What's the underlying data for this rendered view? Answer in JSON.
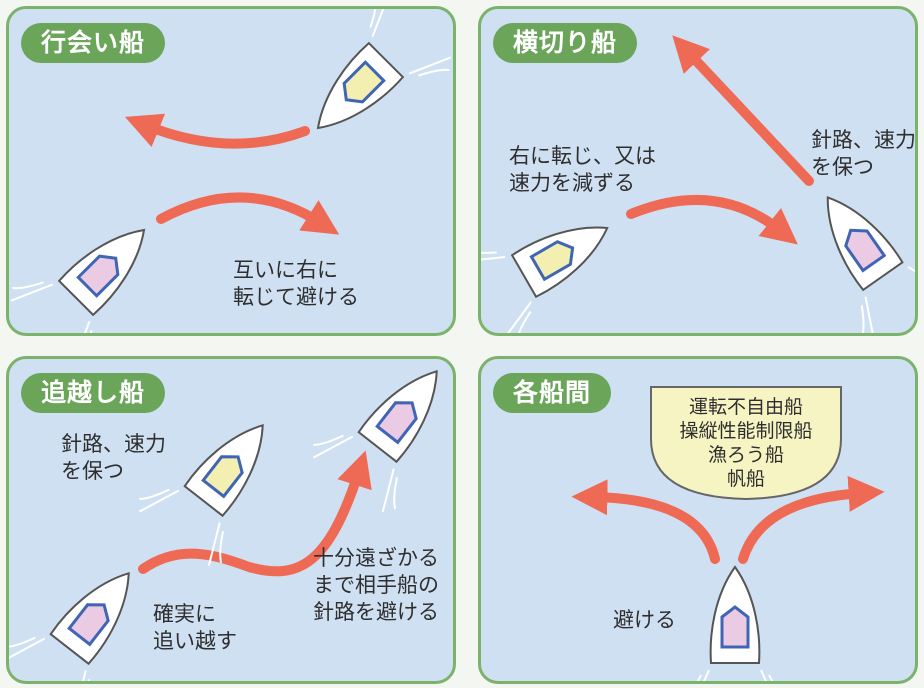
{
  "panels": {
    "head_on": {
      "title": "行会い船",
      "caption": [
        "互いに右に",
        "転じて避ける"
      ]
    },
    "crossing": {
      "title": "横切り船",
      "give_way_caption": [
        "右に転じ、又は",
        "速力を減ずる"
      ],
      "stand_on_caption": [
        "針路、速力",
        "を保つ"
      ]
    },
    "overtaking": {
      "title": "追越し船",
      "stand_on_caption": [
        "針路、速力",
        "を保つ"
      ],
      "overtaking_caption": [
        "確実に",
        "追い越す"
      ],
      "keep_clear_caption": [
        "十分遠ざかる",
        "まで相手船の",
        "針路を避ける"
      ]
    },
    "between_vessels": {
      "title": "各船間",
      "priority_vessels": [
        "運転不自由船",
        "操縦性能制限船",
        "漁ろう船",
        "帆船"
      ],
      "caption": "避ける"
    }
  },
  "colors": {
    "water": "#cfe0f2",
    "frame": "#7cb36a",
    "title_bg": "#6aa55a",
    "arrow": "#ef6a55",
    "hull": "#ffffff",
    "cabin_pink": "#eacbe3",
    "cabin_yellow": "#f2efb0",
    "cabin_outline": "#3f65b4",
    "dome": "#f7f4c4"
  }
}
